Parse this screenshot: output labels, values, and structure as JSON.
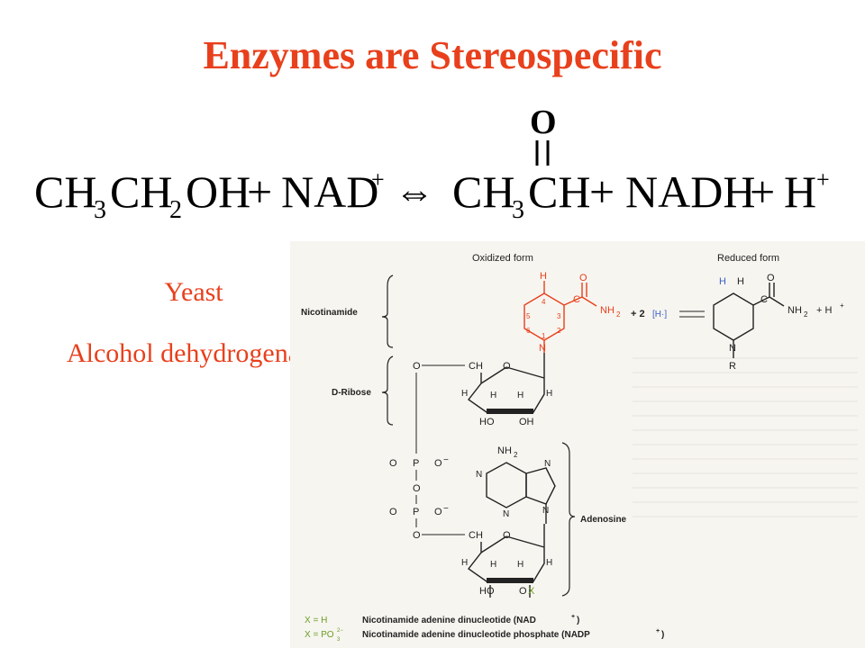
{
  "title": "Enzymes are Stereospecific",
  "equation": {
    "carbonyl_o": "O",
    "left_1": "CH",
    "sub_3": "3",
    "left_2": "CH",
    "sub_2": "2",
    "left_3": "OH",
    "plus": "+",
    "nad": "NAD",
    "sup_plus": "+",
    "arrow": "⇔",
    "prod_ch": "CH",
    "prod_ch2": "CH",
    "nadh": "NADH",
    "h": "H"
  },
  "organism": "Yeast",
  "enzyme": "Alcohol dehydrogenase",
  "figure": {
    "oxidized_form": "Oxidized form",
    "reduced_form": "Reduced form",
    "nicotinamide": "Nicotinamide",
    "d_ribose": "D-Ribose",
    "adenosine": "Adenosine",
    "ring_h": "H",
    "amide_o": "O",
    "amide_c": "C",
    "amide_nh2": "NH",
    "nh2_sub": "2",
    "num_1": "1",
    "num_2": "2",
    "num_3": "3",
    "num_4": "4",
    "num_5": "5",
    "num_6": "6",
    "ring_n_plus": "N",
    "plus_2": "+ 2",
    "hydride": "[H·]",
    "reduced_h1": "H",
    "reduced_h2": "H",
    "reduced_c": "C",
    "reduced_o": "O",
    "reduced_n": "N",
    "reduced_r": "R",
    "h_plus": "+ H",
    "ribose_o_link": "O",
    "ch2": "CH",
    "ring_o": "O",
    "ho": "HO",
    "oh": "OH",
    "h_atom": "H",
    "nh2_top": "NH",
    "adenine_n": "N",
    "phosphate_o_eq": "O",
    "phosphate_p": "P",
    "phosphate_o_minus": "O",
    "minus": "−",
    "legend_x_h": "X = H",
    "legend_x_po3": "X = PO",
    "legend_po3_sup": "2−",
    "legend_po3_sub": "3",
    "legend_nad": "Nicotinamide adenine dinucleotide (NAD",
    "legend_nadp": "Nicotinamide adenine dinucleotide phosphate (NADP",
    "legend_close": ")",
    "legend_plus": "+",
    "x_label": "X",
    "ox_prefix": "O"
  },
  "colors": {
    "accent": "#e8401c",
    "nicotinamide_ring": "#e8401c",
    "hydrogen_blue": "#3b5fc4",
    "legend_green": "#6b9e24",
    "figure_bg": "#f7f5f0",
    "ink": "#222222"
  }
}
